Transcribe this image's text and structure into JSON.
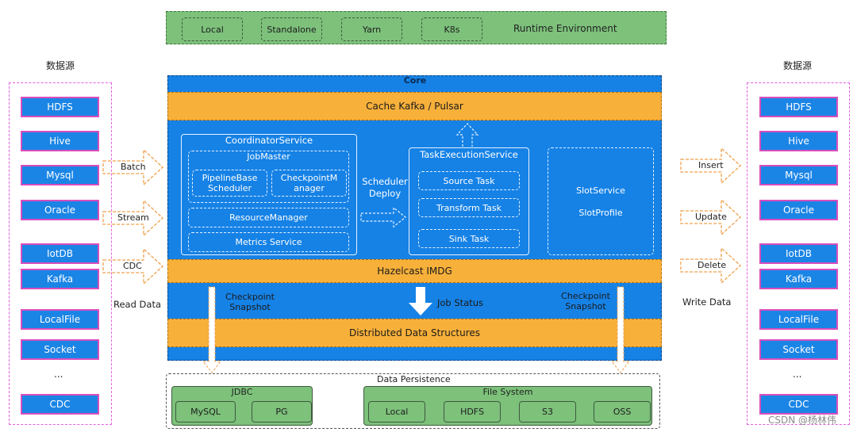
{
  "runtime": {
    "items": [
      "Local",
      "Standalone",
      "Yarn",
      "K8s"
    ],
    "title": "Runtime Environment"
  },
  "left_source": {
    "title": "数据源",
    "items": [
      "HDFS",
      "Hive",
      "Mysql",
      "Oracle",
      "IotDB",
      "Kafka",
      "LocalFile",
      "Socket",
      "...",
      "CDC"
    ],
    "arrows": [
      "Batch",
      "Stream",
      "CDC"
    ],
    "caption": "Read Data"
  },
  "right_source": {
    "title": "数据源",
    "items": [
      "HDFS",
      "Hive",
      "Mysql",
      "Oracle",
      "IotDB",
      "Kafka",
      "LocalFile",
      "Socket",
      "...",
      "CDC"
    ],
    "arrows": [
      "Insert",
      "Update",
      "Delete"
    ],
    "caption": "Write Data"
  },
  "core": {
    "title": "Core",
    "cache": "Cache Kafka / Pulsar",
    "coordinator": {
      "title": "CoordinatorService",
      "job_master": "JobMaster",
      "pipeline": "PipelineBase Scheduler",
      "checkpoint": "CheckpointM anager",
      "resource_manager": "ResourceManager",
      "metrics": "Metrics Service"
    },
    "scheduler_deploy": "Scheduler Deploy",
    "task_execution": {
      "title": "TaskExecutionService",
      "source": "Source Task",
      "transform": "Transform Task",
      "sink": "Sink Task"
    },
    "slot": {
      "service": "SlotService",
      "profile": "SlotProfile"
    },
    "hazelcast": "Hazelcast IMDG",
    "checkpoint_left": "Checkpoint Snapshot",
    "job_status": "Job Status",
    "checkpoint_right": "Checkpoint Snapshot",
    "distributed": "Distributed Data Structures"
  },
  "persistence": {
    "title": "Data Persistence",
    "jdbc": {
      "title": "JDBC",
      "items": [
        "MySQL",
        "PG"
      ]
    },
    "fs": {
      "title": "File System",
      "items": [
        "Local",
        "HDFS",
        "S3",
        "OSS"
      ]
    }
  },
  "watermark": "CSDN @杨林伟",
  "colors": {
    "core_blue": "#1682e6",
    "orange": "#f7b03a",
    "green": "#7dc17b",
    "source_blue": "#1b85e6",
    "pink": "#d94dbd"
  }
}
